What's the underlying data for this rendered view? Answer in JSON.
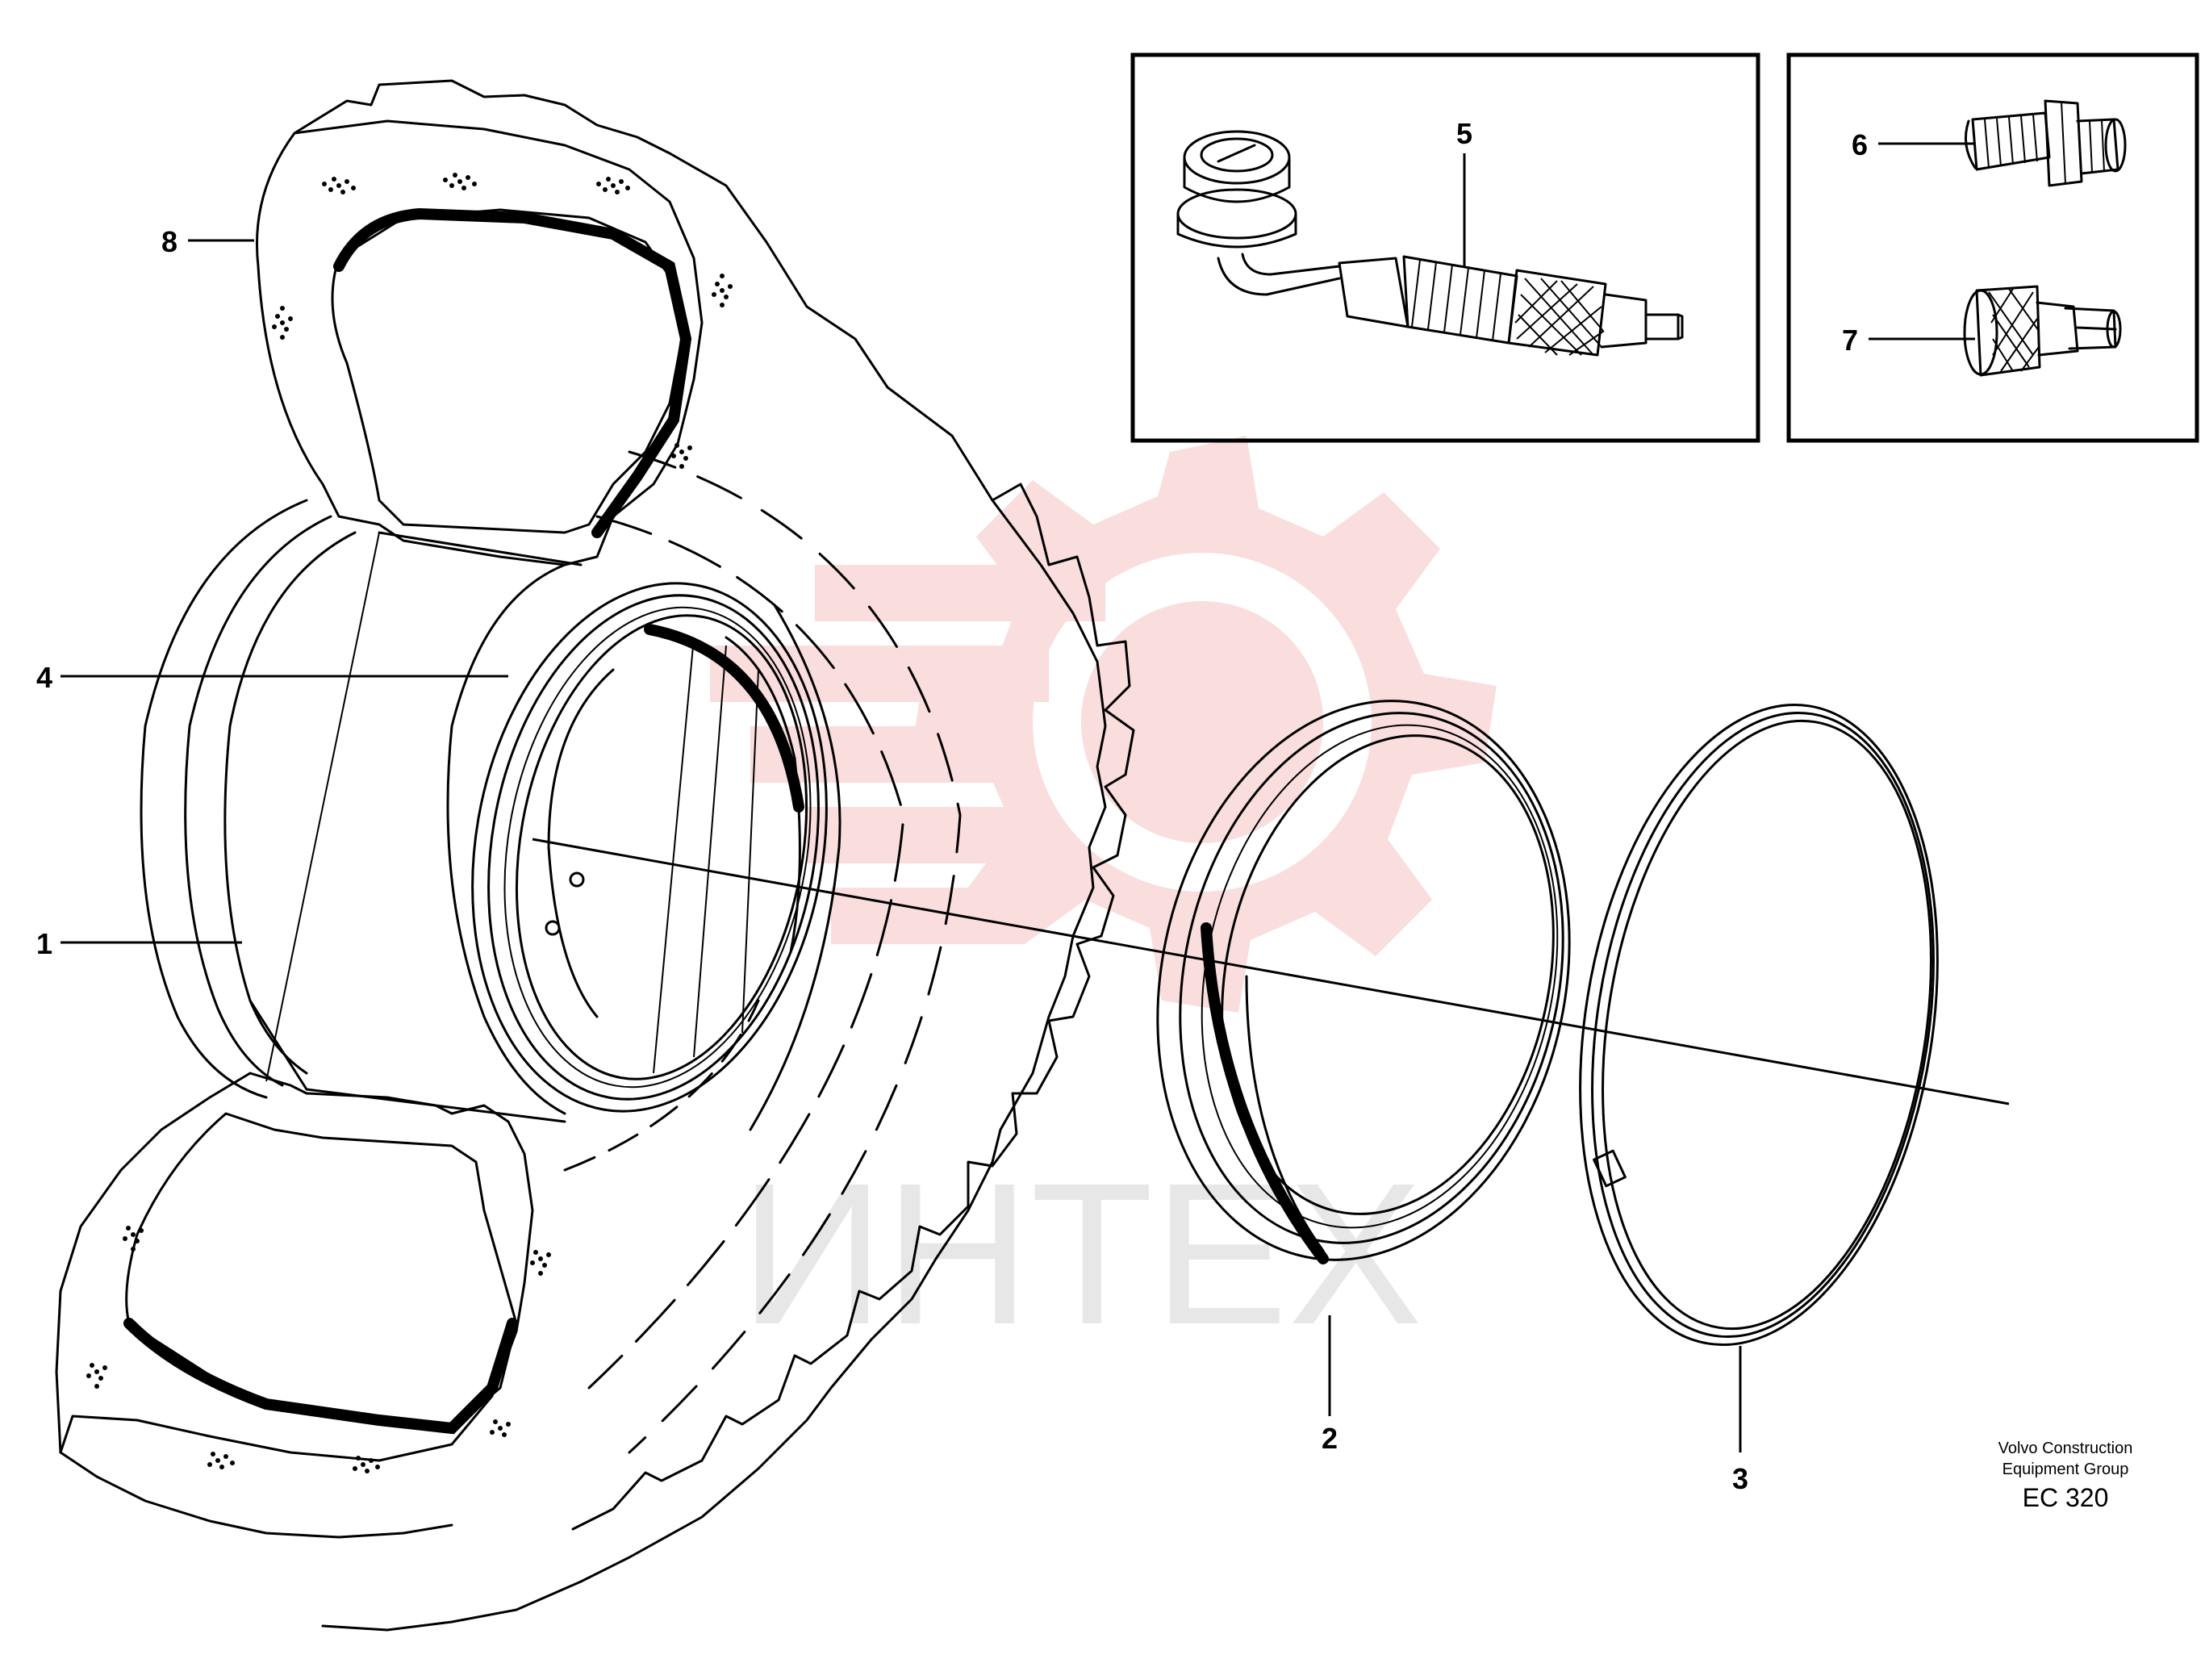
{
  "callouts": {
    "c1": "1",
    "c2": "2",
    "c3": "3",
    "c4": "4",
    "c5": "5",
    "c6": "6",
    "c7": "7",
    "c8": "8"
  },
  "caption": {
    "line1": "Volvo Construction",
    "line2": "Equipment Group",
    "code": "EC 320"
  },
  "watermark": {
    "text": "ИНТЕХ",
    "color": "#f2c8c8"
  }
}
